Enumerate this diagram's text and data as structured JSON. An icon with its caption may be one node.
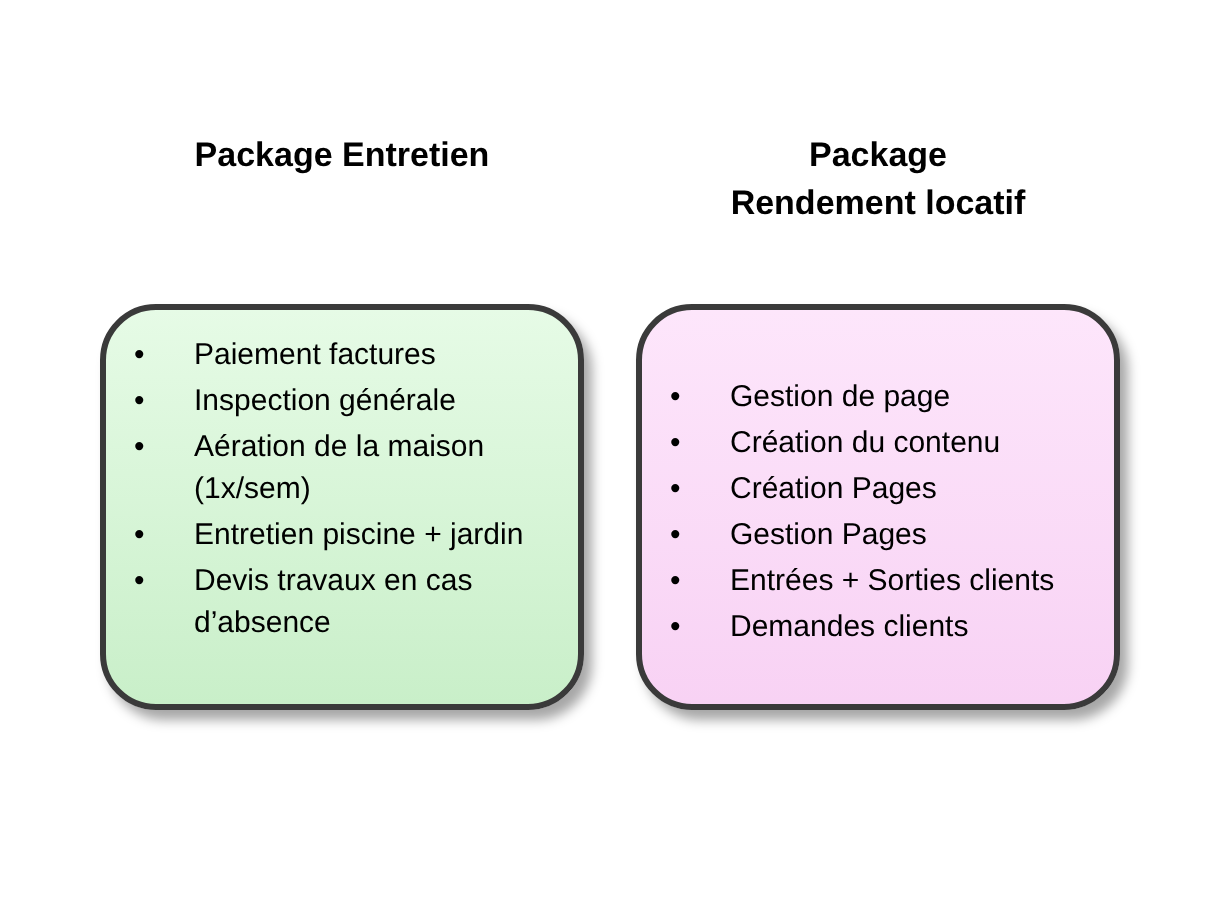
{
  "diagram": {
    "nodes": [
      {
        "text": [
          "Package Entretien",
          "Paiement factures",
          "Inspection générale",
          "Aération de la maison (1x/sem)",
          "Entretien piscine + jardin",
          "Devis travaux en cas d’absence"
        ]
      },
      {
        "text": [
          "Package Rendement locatif",
          "Gestion de page",
          "Création du contenu",
          "Création Pages",
          "Gestion Pages",
          "Entrées + Sorties clients",
          "Demandes clients"
        ]
      }
    ],
    "labels": [
      "•",
      "•",
      "•",
      "•",
      "•",
      "•",
      "•",
      "•",
      "•",
      "•",
      "•"
    ]
  }
}
